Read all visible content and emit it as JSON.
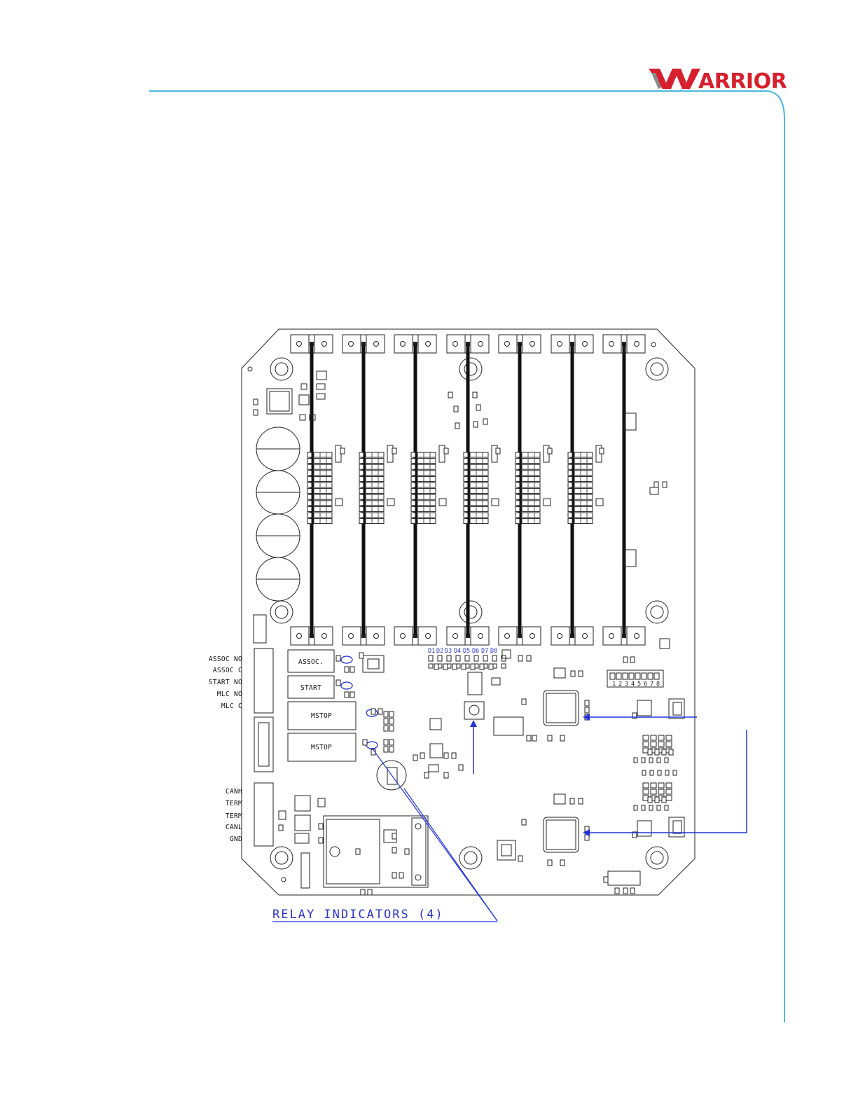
{
  "header": {
    "brand": "ARRIOR",
    "accent_color": "#4fb6e0",
    "brand_color": "#d6202e"
  },
  "board": {
    "terminal_labels_top": [
      "ASSOC NO",
      "ASSOC C",
      "START NO",
      "MLC NO",
      "MLC C"
    ],
    "terminal_labels_bottom": [
      "CANH",
      "TERM",
      "TERM",
      "CANL",
      "GND"
    ],
    "relay_labels": [
      "ASSOC.",
      "START",
      "MSTOP",
      "MSTOP"
    ],
    "led_labels": [
      "D1",
      "D2",
      "D3",
      "D4",
      "D5",
      "D6",
      "D7",
      "D8"
    ],
    "dip_switch_numbers": [
      "1",
      "2",
      "3",
      "4",
      "5",
      "6",
      "7",
      "8"
    ]
  },
  "callouts": {
    "relay_indicators": "RELAY INDICATORS (4)",
    "callout_color": "#2a36c8"
  }
}
